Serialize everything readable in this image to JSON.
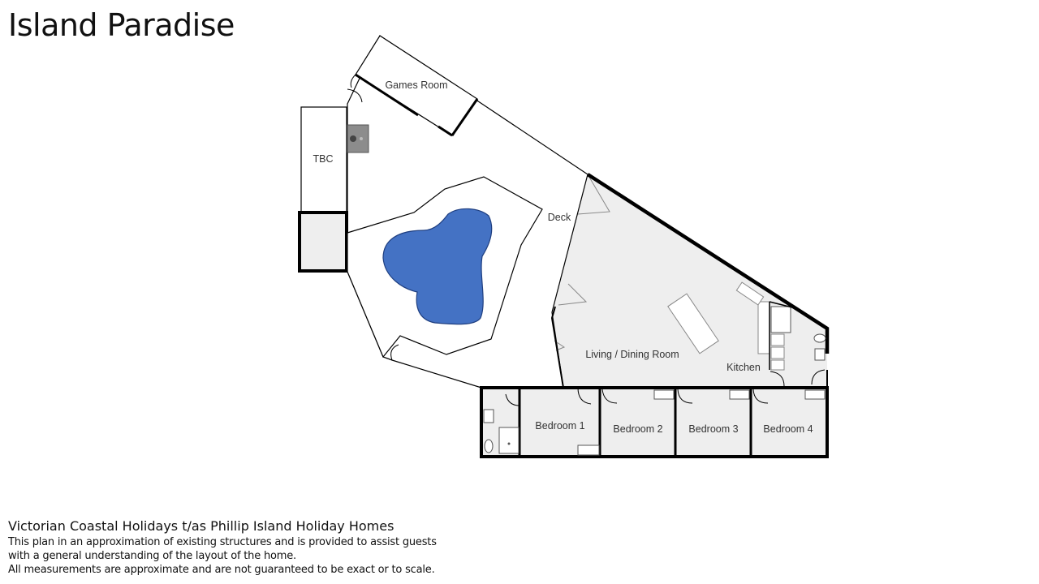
{
  "title": "Island Paradise",
  "rooms": {
    "games_room": "Games Room",
    "tbc": "TBC",
    "deck": "Deck",
    "living_dining": "Living / Dining Room",
    "kitchen": "Kitchen",
    "bedroom_1": "Bedroom 1",
    "bedroom_2": "Bedroom 2",
    "bedroom_3": "Bedroom 3",
    "bedroom_4": "Bedroom 4"
  },
  "colors": {
    "pool": "#4472c4",
    "floor": "#eeeeee",
    "wall": "#000000",
    "bbq": "#8c8c8c"
  },
  "footer": {
    "company": "Victorian Coastal Holidays t/as Phillip Island Holiday Homes",
    "note_line1": "This plan in an approximation of existing structures and is provided to assist guests",
    "note_line2": "with a general understanding of the layout of the home.",
    "note_line3": "All measurements are approximate and are not guaranteed to be exact or to scale."
  }
}
